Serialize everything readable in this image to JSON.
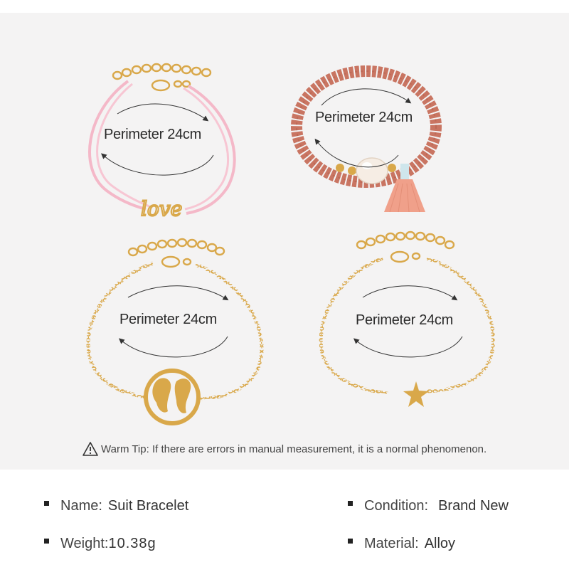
{
  "perimeter_labels": [
    "Perimeter 24cm",
    "Perimeter 24cm",
    "Perimeter 24cm",
    "Perimeter 24cm"
  ],
  "warm_tip": "Warm Tip: If there are errors in manual measurement, it is a normal phenomenon.",
  "specs": {
    "name_key": "Name:",
    "name_val": "Suit Bracelet",
    "weight_key": "Weight:",
    "weight_val": "10.38g",
    "condition_key": "Condition:",
    "condition_val": "Brand New",
    "material_key": "Material:",
    "material_val": "Alloy"
  },
  "charm_text": "love",
  "icons": [
    "warning-triangle-icon"
  ],
  "colors": {
    "gold": "#d9a84a",
    "pink_cord": "#f4b8c8",
    "coral_beads": "#c97562",
    "tassel": "#f0a08a",
    "background": "#f4f3f3"
  }
}
